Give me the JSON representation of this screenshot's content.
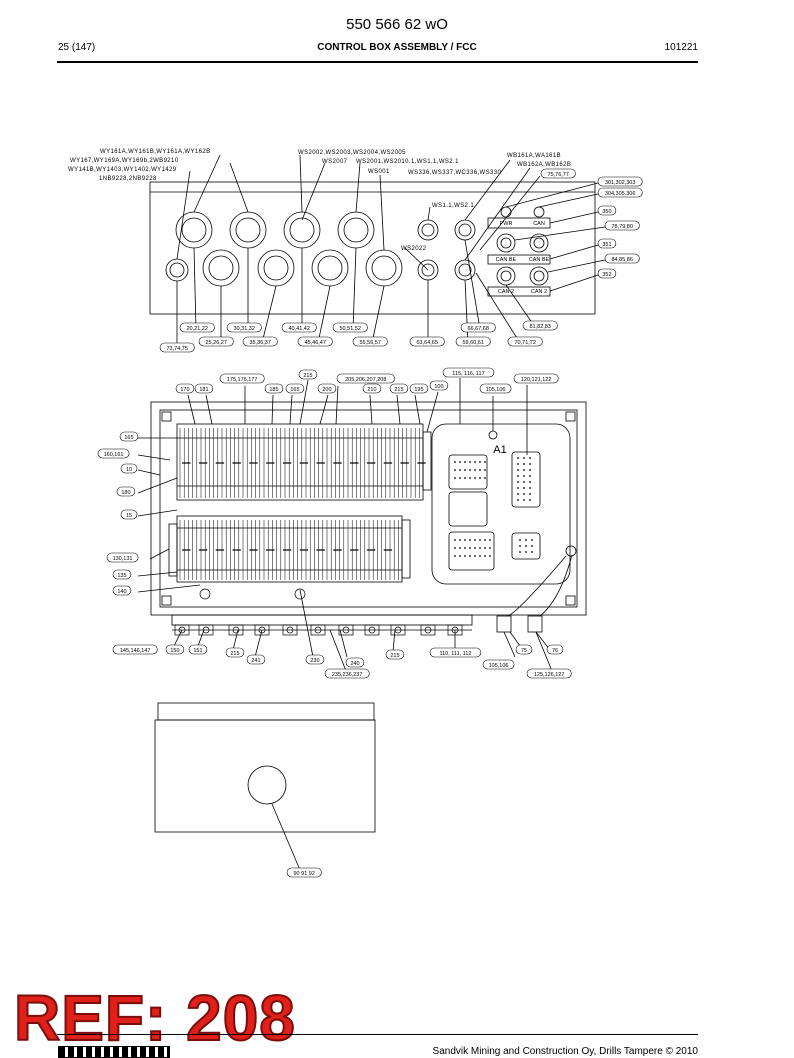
{
  "header": {
    "doc_number": "550 566 62 wO",
    "page": "25 (147)",
    "title": "CONTROL BOX ASSEMBLY / FCC",
    "code": "101221"
  },
  "top_view": {
    "wire_labels": [
      "WY161A,WY161B,WY161A,WY162B",
      "WY167,WY169A,WY169b,2WB9210",
      "WY141B,WY1403,WY1402,WY1429",
      "1NB9228,2NB9228",
      "WS2002,WS2003,WS2004,WS2005",
      "WS2007",
      "WS2001,WS2010.1,WS1.1,WS2.1",
      "WS001",
      "WS336,WS337,WC336,WS330",
      "WS1.1,WS2.1",
      "WS2022",
      "WB161A,WA161B",
      "WB162A,WB162B"
    ],
    "panel_labels": [
      "PWR",
      "CAN",
      "CAN BE",
      "CAN BE",
      "CAN 2",
      "CAN 2"
    ],
    "callouts": [
      "75,76,77",
      "301,302,303",
      "304,305,306",
      "350",
      "78,79,80",
      "351",
      "84,85,86",
      "352",
      "81,82,83",
      "20,21,22",
      "30,31,32",
      "40,41,42",
      "50,51,52",
      "66,67,68",
      "25,26,27",
      "35,36,37",
      "45,46,47",
      "55,56,57",
      "63,64,65",
      "59,60,61",
      "70,71,72",
      "73,74,75"
    ]
  },
  "front_view": {
    "module_label": "A1",
    "callouts_top": [
      "215",
      "175,176,177",
      "205,206,207,208",
      "115, 116, 117",
      "120,121,122",
      "170",
      "181",
      "185",
      "165",
      "200",
      "210",
      "215",
      "195",
      "100",
      "105,106"
    ],
    "callouts_left": [
      "165",
      "160,161",
      "10",
      "180",
      "15",
      "130,131",
      "135",
      "140"
    ],
    "callouts_bottom": [
      "145,146,147",
      "150",
      "151",
      "215",
      "241",
      "230",
      "240",
      "215",
      "235,236,237",
      "110, 111, 112",
      "75",
      "76",
      "105,106",
      "125,126,127"
    ]
  },
  "side_view": {
    "callout": "90 91 92"
  },
  "footer": {
    "ref_stamp": "REF: 208",
    "copyright": "Sandvik Mining and Construction Oy, Drills Tampere © 2010"
  }
}
